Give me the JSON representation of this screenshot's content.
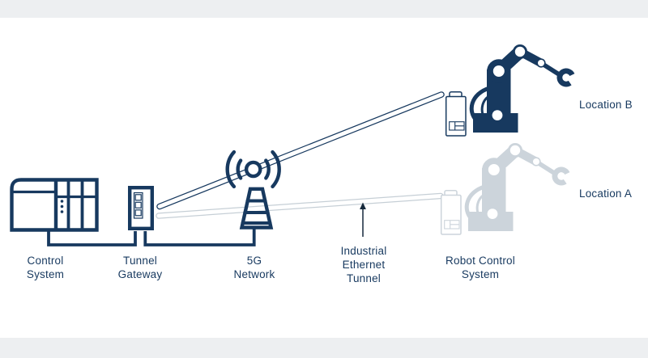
{
  "frame": {
    "background": "#FFFFFF",
    "top_bar_color": "#EDEFF1",
    "bottom_bar_color": "#EDEFF1"
  },
  "palette": {
    "primary_navy": "#17395F",
    "inactive_gray": "#CCD4DB",
    "tunnel_outline_active": "#17395F",
    "tunnel_outline_inactive": "#C6CFD6",
    "arrow_color": "#16293C"
  },
  "nodes": {
    "control_system": {
      "label": "Control\nSystem",
      "icon": "plc-controller-icon"
    },
    "tunnel_gateway": {
      "label": "Tunnel\nGateway",
      "icon": "din-rail-gateway-icon"
    },
    "five_g_network": {
      "label": "5G\nNetwork",
      "icon": "cell-antenna-icon"
    },
    "industrial_ethernet_tunnel": {
      "label": "Industrial\nEthernet\nTunnel",
      "icon": "up-arrow-icon"
    },
    "robot_control_system": {
      "label": "Robot Control\nSystem",
      "icon": "robot-cabinet-icon"
    },
    "location_b": {
      "label": "Location B",
      "icon": "robot-arm-icon",
      "state": "active"
    },
    "location_a": {
      "label": "Location A",
      "icon": "robot-arm-icon",
      "state": "inactive"
    }
  },
  "connections": {
    "wired": [
      "control_system - tunnel_gateway",
      "tunnel_gateway - five_g_network"
    ],
    "tunnels": [
      {
        "from": "tunnel_gateway",
        "to": "robot_control_system_location_b",
        "state": "active"
      },
      {
        "from": "tunnel_gateway",
        "to": "robot_control_system_location_a",
        "state": "inactive"
      }
    ]
  }
}
